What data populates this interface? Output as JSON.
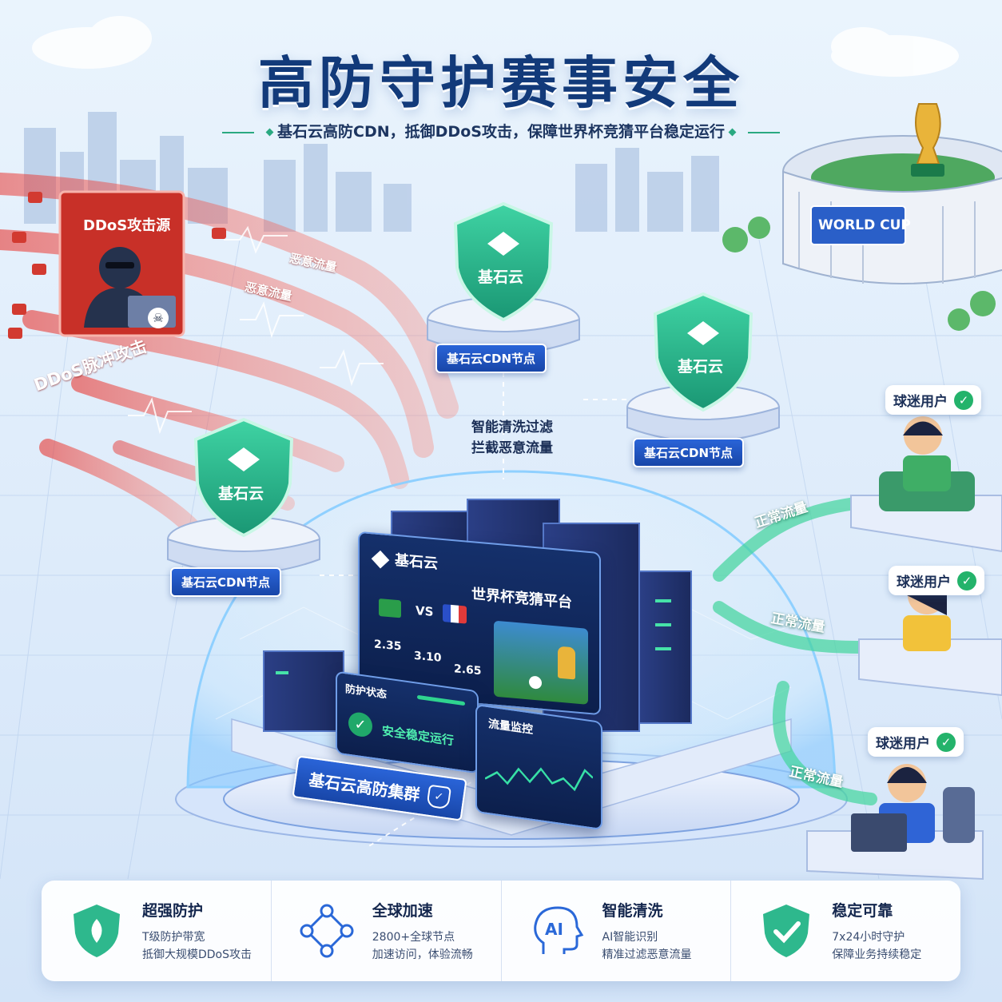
{
  "header": {
    "title": "高防守护赛事安全",
    "subtitle": "基石云高防CDN，抵御DDoS攻击，保障世界杯竞猜平台稳定运行"
  },
  "attack": {
    "source_label": "DDoS攻击源",
    "pulse_label": "DDoS脉冲攻击",
    "malicious_label_1": "恶意流量",
    "malicious_label_2": "恶意流量"
  },
  "brand": {
    "name": "基石云"
  },
  "nodes": {
    "node_label_1": "基石云CDN节点",
    "node_label_2": "基石云CDN节点",
    "node_label_3": "基石云CDN节点"
  },
  "filter": {
    "line1": "智能清洗过滤",
    "line2": "拦截恶意流量"
  },
  "stadium": {
    "sign": "WORLD CUP"
  },
  "users": {
    "user_label_1": "球迷用户",
    "user_label_2": "球迷用户",
    "user_label_3": "球迷用户",
    "flow_label_1": "正常流量",
    "flow_label_2": "正常流量",
    "flow_label_3": "正常流量"
  },
  "platform": {
    "brand": "基石云",
    "title": "世界杯竞猜平台",
    "vs": "VS",
    "odds": [
      "2.35",
      "3.10",
      "2.65"
    ],
    "status_title": "防护状态",
    "status_text": "安全稳定运行",
    "monitor_title": "流量监控",
    "cluster_label": "基石云高防集群"
  },
  "features": [
    {
      "icon": "shield-icon",
      "name": "超强防护",
      "line1": "T级防护带宽",
      "line2": "抵御大规模DDoS攻击"
    },
    {
      "icon": "network-icon",
      "name": "全球加速",
      "line1": "2800+全球节点",
      "line2": "加速访问，体验流畅"
    },
    {
      "icon": "ai-head-icon",
      "name": "智能清洗",
      "line1": "AI智能识别",
      "line2": "精准过滤恶意流量"
    },
    {
      "icon": "shield-check-icon",
      "name": "稳定可靠",
      "line1": "7x24小时守护",
      "line2": "保障业务持续稳定"
    }
  ],
  "colors": {
    "brand_navy": "#123a7a",
    "attack_red": "#e8413a",
    "shield_green": "#27b28a",
    "node_blue": "#1f56c4"
  }
}
